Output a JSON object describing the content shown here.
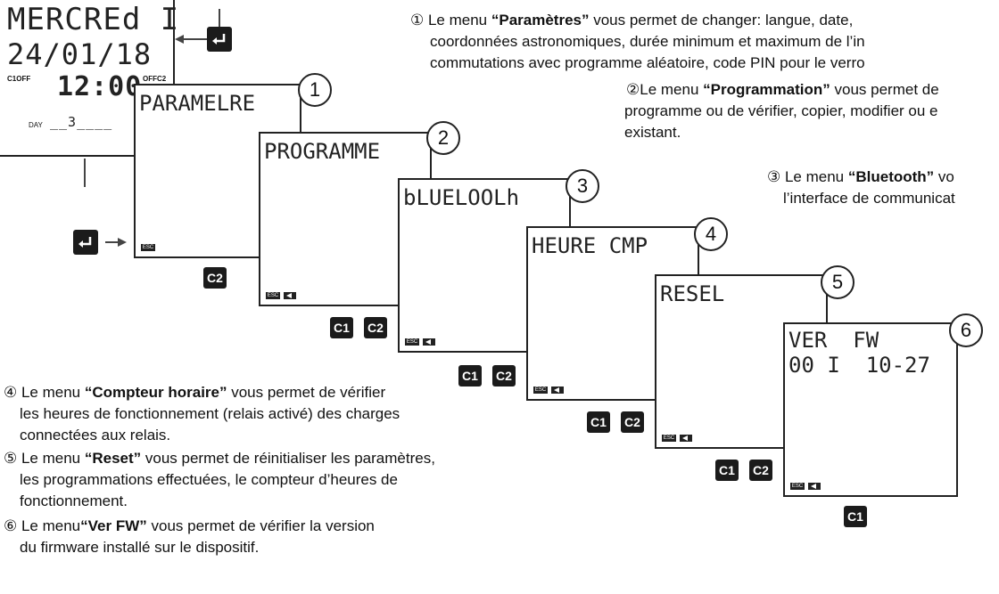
{
  "main_display": {
    "day": "MERCREd I",
    "date": "24/01/18",
    "c1_off": "C1OFF",
    "time": "12:00",
    "off_c2": "OFFC2",
    "day_label": "DAY",
    "day_value": "__3____"
  },
  "screens": [
    {
      "number": "1",
      "text": "PARAMELRE"
    },
    {
      "number": "2",
      "text": "PROGRAMME"
    },
    {
      "number": "3",
      "text": "bLUELOOLh"
    },
    {
      "number": "4",
      "text": "HEURE CMP"
    },
    {
      "number": "5",
      "text": "RESEL"
    },
    {
      "number": "6",
      "line1": "VER  FW",
      "line2": "00 I  10-27"
    }
  ],
  "softkeys": {
    "esc": "ESC"
  },
  "keys": {
    "c1": "C1",
    "c2": "C2"
  },
  "descriptions": {
    "d1": {
      "marker": "①",
      "pre": " Le menu ",
      "name": "“Paramètres”",
      "line1_rest": " vous permet de changer: langue, date,",
      "line2": "coordonnées astronomiques, durée minimum et maximum de l’in",
      "line3": "commutations avec programme aléatoire, code PIN pour le verro"
    },
    "d2": {
      "marker": "②",
      "pre": "Le menu ",
      "name": "“Programmation”",
      "line1_rest": " vous permet de",
      "line2": "programme ou de vérifier, copier, modifier ou e",
      "line3": "existant."
    },
    "d3": {
      "marker": "③",
      "pre": " Le menu ",
      "name": "“Bluetooth”",
      "line1_rest": " vo",
      "line2": "l’interface de communicat"
    },
    "d4": {
      "marker": "④",
      "pre": " Le menu ",
      "name": "“Compteur horaire”",
      "line1_rest": " vous permet de vérifier",
      "line2": "les heures de fonctionnement (relais activé) des charges",
      "line3": "connectées aux relais."
    },
    "d5": {
      "marker": "⑤",
      "pre": "  Le menu ",
      "name": "“Reset”",
      "line1_rest": " vous permet de réinitialiser les paramètres,",
      "line2": "les programmations effectuées, le compteur d’heures de",
      "line3": "fonctionnement."
    },
    "d6": {
      "marker": "⑥",
      "pre": " Le menu",
      "name": "“Ver FW”",
      "line1_rest": " vous permet de vérifier la version",
      "line2": "du firmware installé sur le dispositif."
    }
  }
}
